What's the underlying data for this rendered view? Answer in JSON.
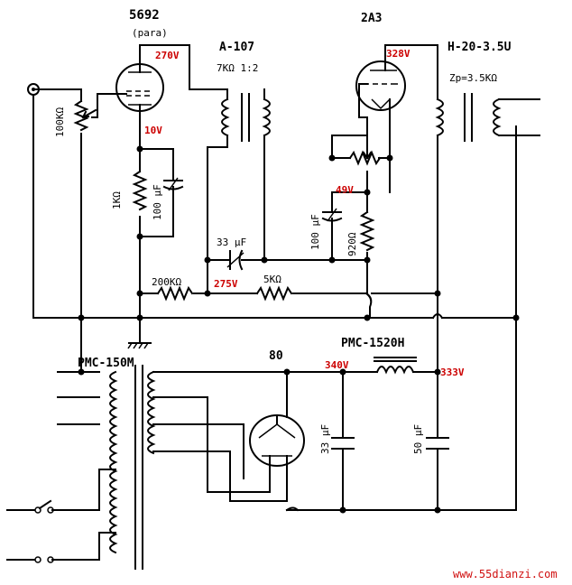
{
  "tubes": {
    "driver": {
      "name": "5692",
      "note": "(para)",
      "plate_voltage": "270V",
      "cathode_voltage": "10V"
    },
    "output": {
      "name": "2A3",
      "plate_voltage": "328V",
      "bias_voltage": "49V"
    },
    "rectifier": {
      "name": "80"
    }
  },
  "transformers": {
    "interstage": {
      "name": "A-107",
      "spec": "7KΩ  1:2"
    },
    "output": {
      "name": "H-20-3.5U",
      "spec": "Zp=3.5KΩ"
    },
    "power": {
      "name": "PMC-150M"
    },
    "choke": {
      "name": "PMC-1520H",
      "input_voltage": "340V",
      "output_voltage": "333V"
    }
  },
  "components": {
    "volume": "100KΩ",
    "r_cathode": "1KΩ",
    "c_cathode": "100 μF",
    "c_coupling": "33 μF",
    "node_voltage": "275V",
    "r_200k": "200KΩ",
    "r_5k": "5KΩ",
    "c_bias": "100 μF",
    "r_bias": "920Ω",
    "c_filter1": "33 μF",
    "c_filter2": "50 μF"
  },
  "watermark": "www.55dianzi.com",
  "colors": {
    "voltage": "#cc0000",
    "watermark": "#d01010"
  }
}
